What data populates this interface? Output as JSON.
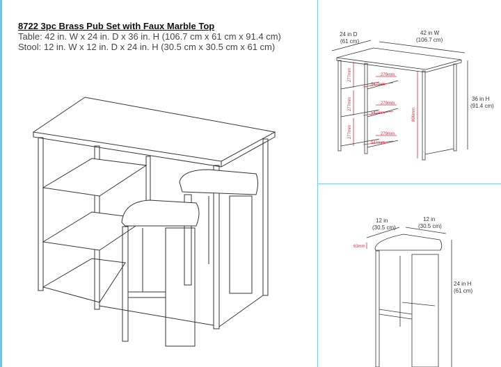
{
  "header": {
    "title": "8722  3pc Brass Pub Set with Faux Marble Top",
    "table_spec": "Table: 42 in. W x 24 in. D x 36 in. H  (106.7 cm x 61 cm x 91.4 cm)",
    "stool_spec": "Stool: 12 in. W x 12 in. D x 24 in. H  (30.5 cm x 30.5 cm x 61 cm)"
  },
  "table_diagram": {
    "depth": "24 in D",
    "depth_cm": "(61 cm)",
    "width": "42 in W",
    "width_cm": "(106.7 cm)",
    "height": "36 in H",
    "height_cm": "(91.4 cm)",
    "shelf_height": "277mm",
    "shelf_depth": "279mm",
    "shelf_width": "547mm",
    "clearance": "896mm"
  },
  "stool_diagram": {
    "width": "12 in",
    "width_cm": "(30.5 cm)",
    "depth": "12 in",
    "depth_cm": "(30.5 cm)",
    "height": "24 in H",
    "height_cm": "(61 cm)",
    "seat_thickness": "63mm"
  },
  "colors": {
    "line": "#333333",
    "dimension_red": "#d12a3b",
    "divider": "#7fc7e6"
  }
}
